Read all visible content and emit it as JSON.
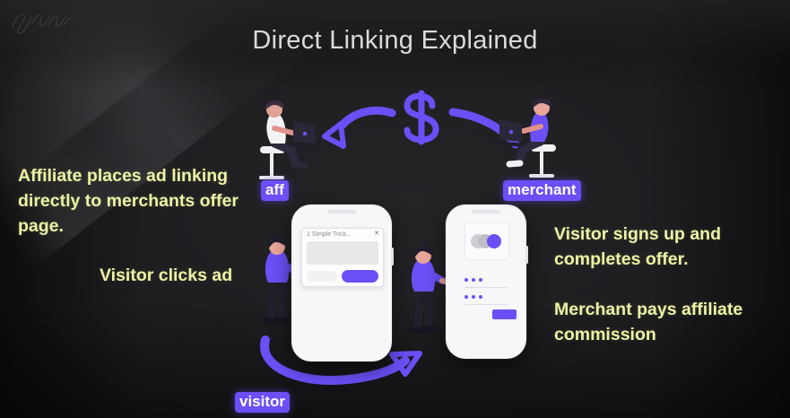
{
  "slide": {
    "title": "Direct Linking Explained",
    "background_color": "#18171a",
    "accent_color": "#6c4ff6",
    "callout_color": "#eef2a6",
    "title_color": "#ddd9da"
  },
  "watermark": {
    "name": "signature-watermark"
  },
  "callouts": [
    {
      "id": "affiliate",
      "text": "Affiliate places ad linking directly to merchants offer page."
    },
    {
      "id": "visitor_clicks",
      "text": "Visitor clicks ad"
    },
    {
      "id": "signup",
      "text": "Visitor signs up and completes offer."
    },
    {
      "id": "commission",
      "text": "Merchant pays affiliate commission"
    }
  ],
  "labels": {
    "aff": "aff",
    "merchant": "merchant",
    "visitor": "visitor"
  },
  "money_symbol": "$",
  "phone_left": {
    "ad": {
      "headline": "1 Simple Trick...",
      "close": "✕"
    }
  },
  "phone_right": {
    "form": {
      "field_1_dots": "•••",
      "field_2_dots": "•••"
    }
  },
  "icons": {
    "affiliate_person": "person-at-laptop-icon",
    "merchant_person": "person-at-laptop-icon",
    "visitor_person": "person-standing-icon",
    "dollar": "dollar-sign-icon",
    "arrow_to_affiliate": "curved-arrow-left-icon",
    "arrow_from_merchant": "curved-arrow-right-icon",
    "arrow_phone_to_phone": "curved-arrow-bottom-icon"
  }
}
